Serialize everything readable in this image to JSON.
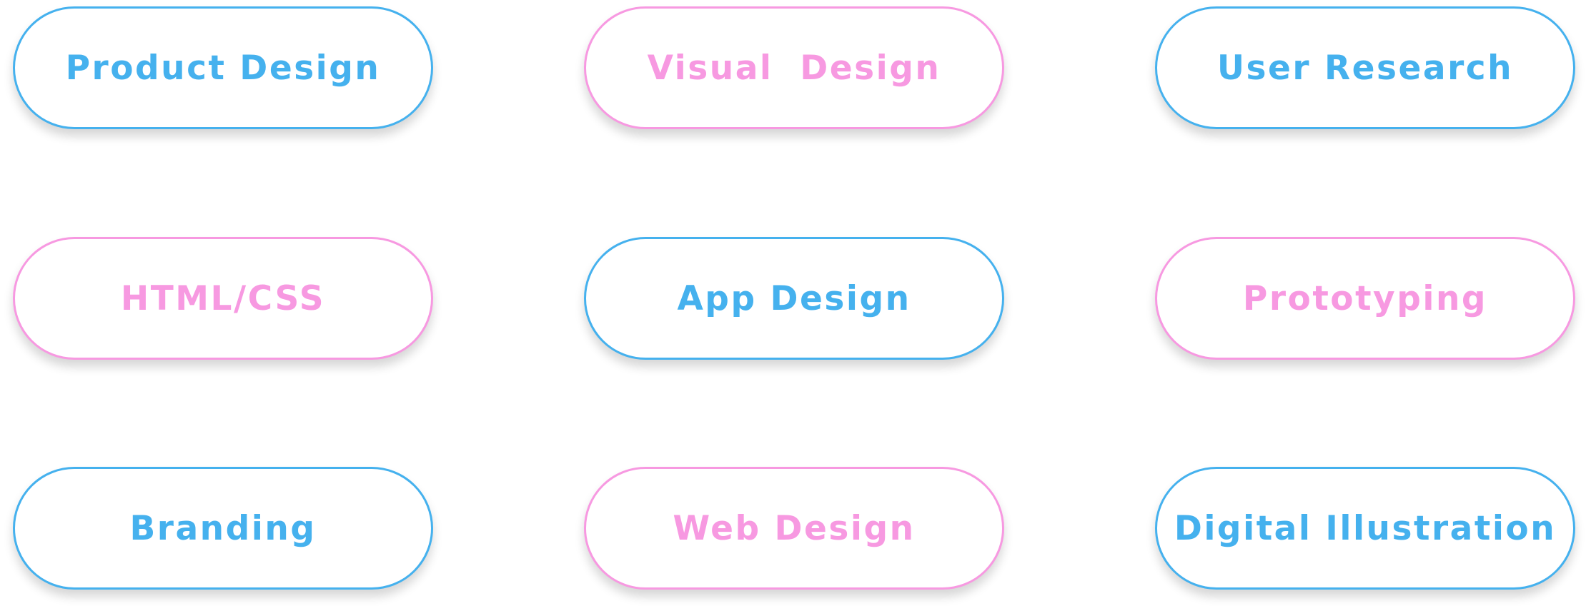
{
  "colors": {
    "blue": "#45b1ee",
    "pink": "#f799e1",
    "background": "#ffffff"
  },
  "tags": [
    {
      "label": "Product Design",
      "color": "blue"
    },
    {
      "label": "Visual  Design",
      "color": "pink"
    },
    {
      "label": "User Research",
      "color": "blue"
    },
    {
      "label": "HTML/CSS",
      "color": "pink"
    },
    {
      "label": "App Design",
      "color": "blue"
    },
    {
      "label": "Prototyping",
      "color": "pink"
    },
    {
      "label": "Branding",
      "color": "blue"
    },
    {
      "label": "Web Design",
      "color": "pink"
    },
    {
      "label": "Digital Illustration",
      "color": "blue"
    }
  ]
}
